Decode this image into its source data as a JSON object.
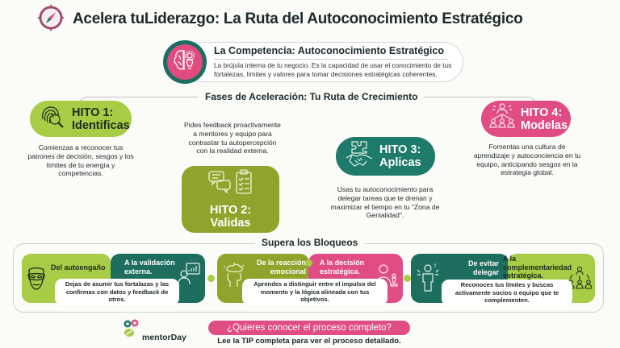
{
  "header": {
    "title": "Acelera tuLiderazgo: La Ruta del Autoconocimiento Estratégico",
    "icon": "compass-icon"
  },
  "competence": {
    "title": "La Competencia: Autoconocimiento Estratégico",
    "description": "La brújula interna de tu negocio. Es la capacidad de usar el conocimiento de tus fortalezas, límites y valores para tomar decisiones estratégicas coherentes.",
    "icon": "brain-gear-lightbulb-icon"
  },
  "phases": {
    "section_title": "Fases de Aceleración: Tu Ruta de Crecimiento",
    "milestones": [
      {
        "label_line1": "HITO 1:",
        "label_line2": "Identificas",
        "icon": "fingerprint-magnifier-icon",
        "color": "#a8cc45",
        "description": "Comienzas a reconocer tus patrones de decisión, sesgos y los límites de tu energía y competencias."
      },
      {
        "label_line1": "HITO 2:",
        "label_line2": "Validas",
        "icon": "chat-checklist-icon",
        "color": "#8ea42c",
        "description": "Pides feedback proactivamente a mentores y equipo para contrastar tu autopercepción con la realidad externa."
      },
      {
        "label_line1": "HITO 3:",
        "label_line2": "Aplicas",
        "icon": "puzzle-handshake-icon",
        "color": "#1e7a6a",
        "description": "Usas tu autoconocimiento para delegar tareas que te drenan y maximizar el tiempo en tu \"Zona de Genialidad\"."
      },
      {
        "label_line1": "HITO 4:",
        "label_line2": "Modelas",
        "icon": "leader-team-icon",
        "color": "#e04c84",
        "description": "Fomentas una cultura de aprendizaje y autoconciencia en tu equipo, anticipando sesgos en la estrategia global."
      }
    ]
  },
  "blocks": {
    "section_title": "Supera los Bloqueos",
    "items": [
      {
        "from": "Del autoengaño",
        "to": "A la validación externa.",
        "note": "Dejas de asumir tus fortalazas y las confirmas con datos y feedback de otros.",
        "from_icon": "mask-icon",
        "to_icon": "person-chart-icon"
      },
      {
        "from": "De la reacción emocional",
        "to": "A la decisión estratégica.",
        "note": "Aprendes a distinguir entre el impulso del momento y la lógica alineada con tus objetivos.",
        "from_icon": "stressed-head-icon",
        "to_icon": "person-chess-icon"
      },
      {
        "from": "De evitar delegar",
        "to": "A la complementariedad estratégica.",
        "note": "Reconoces tus límites y buscas activamente socios o equipo que te complementen.",
        "from_icon": "confused-person-icon",
        "to_icon": "team-network-icon"
      }
    ]
  },
  "footer": {
    "logo_text": "mentorDay",
    "cta_label": "¿Quieres conocer el proceso completo?",
    "cta_sub": "Lee la TIP completa para ver el proceso detallado."
  },
  "colors": {
    "lime": "#a8cc45",
    "olive": "#8ea42c",
    "teal": "#1e6e5f",
    "pink": "#e04c84",
    "compass": "#a34d6e"
  }
}
